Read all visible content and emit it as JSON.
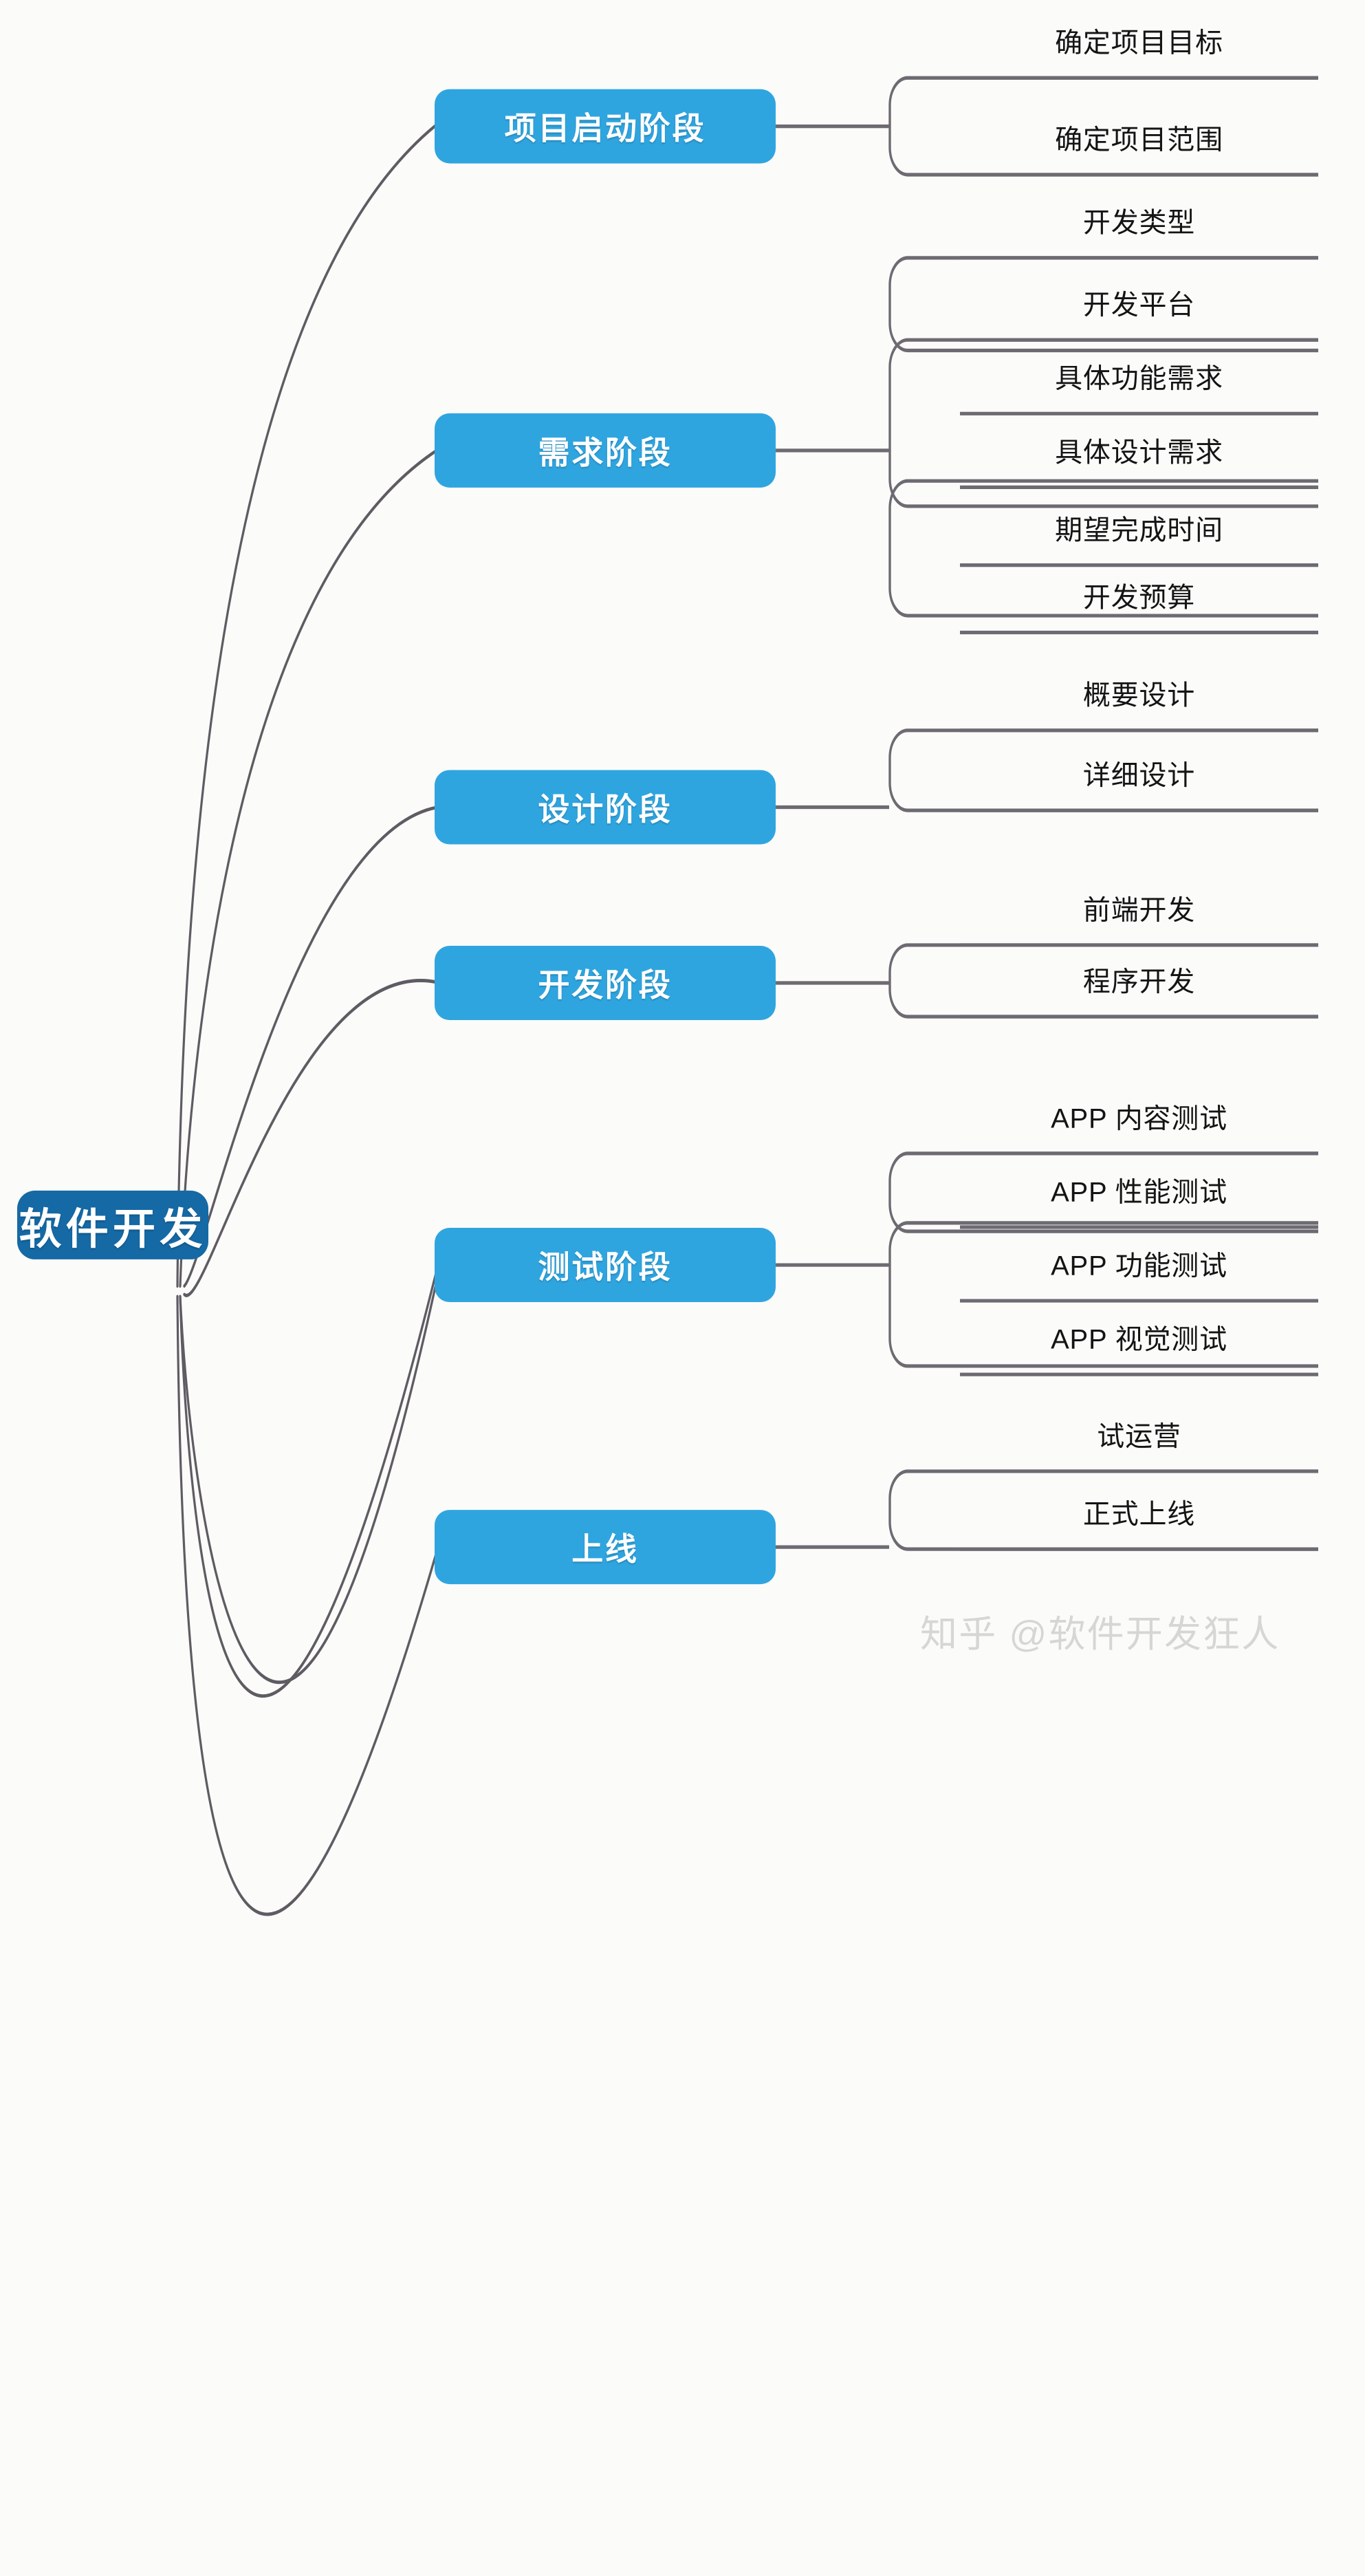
{
  "diagram": {
    "type": "mindmap",
    "title": "软件开发",
    "root": {
      "label": "软件开发"
    },
    "branches": [
      {
        "label": "项目启动阶段",
        "leaves": [
          "确定项目目标",
          "确定项目范围"
        ]
      },
      {
        "label": "需求阶段",
        "leaves": [
          "开发类型",
          "开发平台",
          "具体功能需求",
          "具体设计需求",
          "期望完成时间",
          "开发预算"
        ]
      },
      {
        "label": "设计阶段",
        "leaves": [
          "概要设计",
          "详细设计"
        ]
      },
      {
        "label": "开发阶段",
        "leaves": [
          "前端开发",
          "程序开发"
        ]
      },
      {
        "label": "测试阶段",
        "leaves": [
          "APP 内容测试",
          "APP 性能测试",
          "APP 功能测试",
          "APP 视觉测试"
        ]
      },
      {
        "label": "上线",
        "leaves": [
          "试运营",
          "正式上线"
        ]
      }
    ]
  },
  "watermark": {
    "text": "知乎 @软件开发狂人"
  },
  "colors": {
    "background": "#fbfbf9",
    "root_fill": "#1569a5",
    "branch_fill": "#2fa5e0",
    "node_text": "#ffffff",
    "leaf_text": "#141414",
    "connector": "#5f5b63",
    "underline": "#6e6a72",
    "watermark_text": "#cfcfcf"
  }
}
